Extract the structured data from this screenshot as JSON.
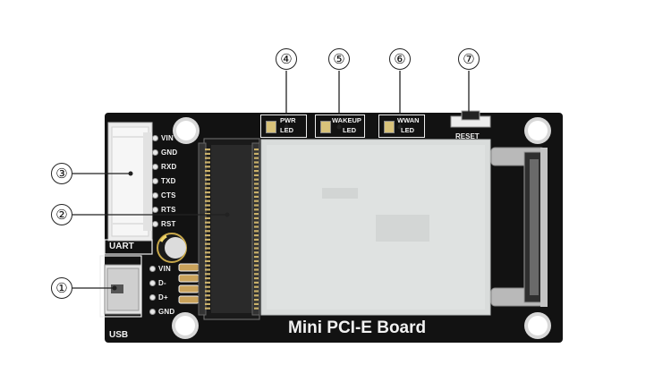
{
  "board": {
    "title": "Mini PCI-E Board",
    "uart_label": "UART",
    "usb_label": "USB",
    "reset_label": "RESET",
    "uart_pins": [
      "VIN",
      "GND",
      "RXD",
      "TXD",
      "CTS",
      "RTS",
      "RST"
    ],
    "usb_pins": [
      "VIN",
      "D-",
      "D+",
      "GND"
    ],
    "leds": [
      {
        "line1": "PWR",
        "line2": "LED"
      },
      {
        "line1": "WAKEUP",
        "line2": "LED"
      },
      {
        "line1": "WWAN",
        "line2": "LED"
      }
    ]
  },
  "callouts": [
    "①",
    "②",
    "③",
    "④",
    "⑤",
    "⑥",
    "⑦"
  ],
  "colors": {
    "pcb": "#121212",
    "silkscreen": "#f2f2f2",
    "card": "#d9dcdb",
    "metal": "#b9b9b9",
    "header": "#f1f1f1"
  }
}
